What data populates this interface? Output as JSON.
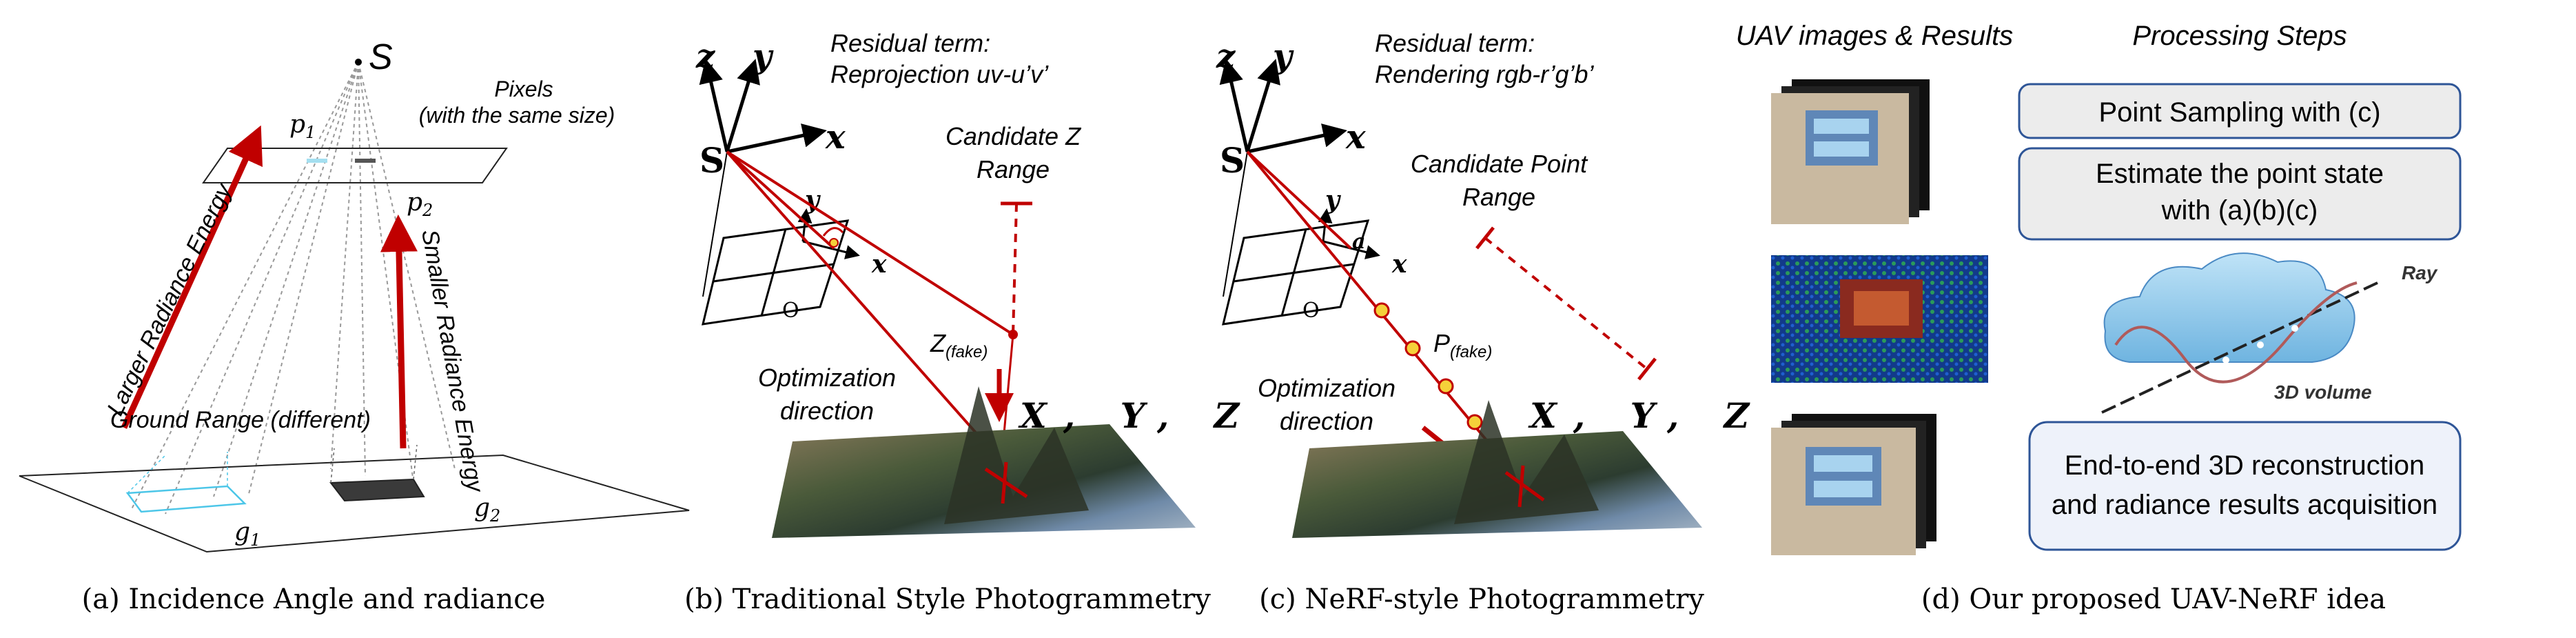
{
  "colors": {
    "red": "#c00000",
    "box_border": "#2e5597",
    "box_fill": "#ececec",
    "cyan_footprint": "#4cc6e8",
    "dark_footprint": "#333333",
    "marker_yellow": "#f5d13a"
  },
  "panel_a": {
    "caption": "(a) Incidence Angle and radiance",
    "S": "S",
    "pixels_label_1": "Pixels",
    "pixels_label_2": "(with the same size)",
    "p1": "p",
    "p1_sub": "1",
    "p2": "p",
    "p2_sub": "2",
    "larger_energy": "Larger Radiance Energy",
    "smaller_energy": "Smaller Radiance Energy",
    "ground_range": "Ground Range (different)",
    "g1": "g",
    "g1_sub": "1",
    "g2": "g",
    "g2_sub": "2"
  },
  "panel_b": {
    "caption": "(b) Traditional Style Photogrammetry",
    "residual_1": "Residual term:",
    "residual_2": "Reprojection uv-u’v’",
    "candidate_1": "Candidate Z",
    "candidate_2": "Range",
    "axis_z": "z",
    "axis_y": "y",
    "axis_x": "x",
    "S": "S",
    "small_y": "y",
    "small_x": "x",
    "origin": "O",
    "zfake": "Z",
    "zfake_sub": "(fake)",
    "optimization_1": "Optimization",
    "optimization_2": "direction",
    "xyz": "X, Y, Z"
  },
  "panel_c": {
    "caption": "(c) NeRF-style Photogrammetry",
    "residual_1": "Residual term:",
    "residual_2": "Rendering rgb-r’g’b’",
    "candidate_1": "Candidate Point",
    "candidate_2": "Range",
    "axis_z": "z",
    "axis_y": "y",
    "axis_x": "x",
    "S": "S",
    "small_y": "y",
    "small_x": "x",
    "small_a": "a",
    "origin": "O",
    "pfake": "P",
    "pfake_sub": "(fake)",
    "optimization_1": "Optimization",
    "optimization_2": "direction",
    "xyz": "X, Y, Z"
  },
  "panel_d": {
    "caption": "(d) Our proposed UAV-NeRF idea",
    "col_left_title": "UAV images & Results",
    "col_right_title": "Processing Steps",
    "step1": "Point Sampling with (c)",
    "step2_1": "Estimate the point state",
    "step2_2": "with (a)(b)(c)",
    "ray_label": "Ray",
    "volume_label": "3D volume",
    "step3_1": "End-to-end 3D reconstruction",
    "step3_2": "and radiance results acquisition"
  }
}
